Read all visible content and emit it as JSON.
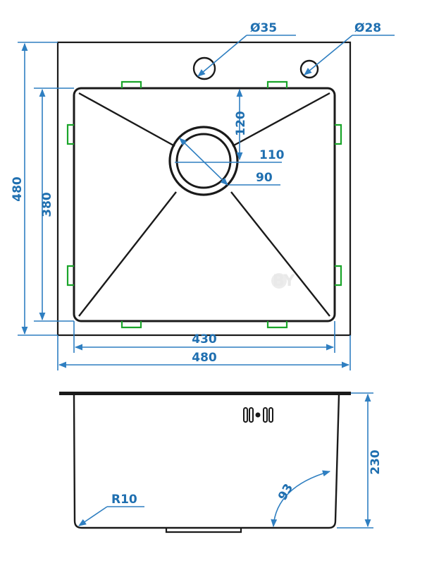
{
  "dimensions": {
    "hole_large": "Ø35",
    "hole_small": "Ø28",
    "overall_height": "480",
    "bowl_height": "380",
    "drain_offset": "120",
    "drain_outer": "110",
    "drain_inner": "90",
    "bowl_width": "430",
    "overall_width": "480",
    "depth": "230",
    "corner_radius": "R10",
    "wall_angle": "93"
  },
  "watermark": "BY",
  "colors": {
    "dimension": "#2f7fc1",
    "outline": "#1a1a1a",
    "clip": "#1aa52a"
  }
}
